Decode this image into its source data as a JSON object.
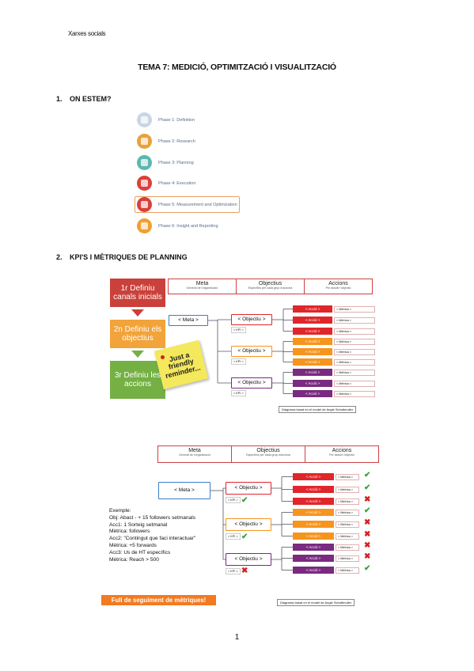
{
  "header_note": "Xarxes socials",
  "title": "TEMA 7: MEDICIÓ, OPTIMITZACIÓ I VISUALITZACIÓ",
  "sections": [
    {
      "num": "1.",
      "title": "ON ESTEM?"
    },
    {
      "num": "2.",
      "title": "KPI'S I MÈTRIQUES DE PLANNING"
    }
  ],
  "phases": [
    {
      "label": "Phase 1: Definition",
      "color": "#c9d6e4",
      "icon": "document-icon"
    },
    {
      "label": "Phase 2: Research",
      "color": "#e6a23c",
      "icon": "research-icon"
    },
    {
      "label": "Phase 3: Planning",
      "color": "#5bb8b0",
      "icon": "calendar-icon"
    },
    {
      "label": "Phase 4: Execution",
      "color": "#d9403a",
      "icon": "target-icon"
    },
    {
      "label": "Phase 5: Measurement and Optimization",
      "color": "#d9403a",
      "icon": "tools-icon"
    },
    {
      "label": "Phase 6: Insight and Reporting",
      "color": "#f0a030",
      "icon": "report-icon"
    }
  ],
  "diagram": {
    "header": {
      "meta": "Meta",
      "meta_sub": "General de l'organització",
      "objectius": "Objectius",
      "objectius_sub": "Específics per cada grup d'acciona",
      "accions": "Accions",
      "accions_sub": "Per assolir l'objectiu"
    },
    "meta_node": "< Meta >",
    "objectiu_node": "< Objectiu >",
    "kpi": "< KPI >",
    "accio": "< Acció >",
    "metrica": "< Mètrica >",
    "caption": "Diagrama basat en el model de Angie Schottmuller",
    "colors": {
      "red": "#e0262b",
      "orange": "#f7941d",
      "purple": "#7a2a80"
    }
  },
  "steps": [
    {
      "text": "1r Definiu canals inicials",
      "color": "#c9413a"
    },
    {
      "text": "2n Definiu els objectius",
      "color": "#f2a33a"
    },
    {
      "text": "3r Definiu les accions",
      "color": "#74b043"
    }
  ],
  "sticky_note": "Just a friendly reminder...",
  "example_note": "Exemple:\nObj: Abast - + 15 followers setmanals\nAcc1: 1 Sorteig setmanal\nMètrica: followers\nAcc2: \"Contingut que faci interactuar\"\nMètrica:  +5 forwards\nAcc3: Us de HT específics\nMètrica: Reach > 500",
  "banner": "Full de seguiment de mètriques!",
  "page_number": "1"
}
